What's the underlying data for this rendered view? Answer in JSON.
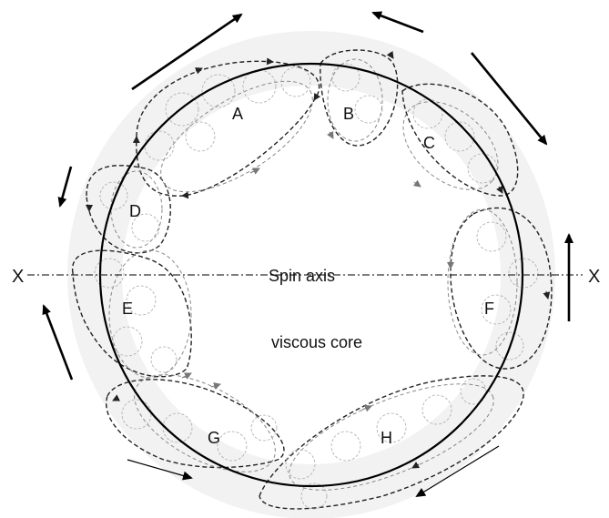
{
  "labels": {
    "axis_left": "X",
    "axis_right": "X",
    "spin_axis": "Spin axis",
    "core": "viscous core",
    "regions": [
      "A",
      "B",
      "C",
      "D",
      "E",
      "F",
      "G",
      "H"
    ]
  },
  "colors": {
    "circle": "#000000",
    "arrow": "#000000",
    "outer_dashed": "#222222",
    "inner_dashed": "#777777",
    "fill": "#f4f4f4"
  }
}
